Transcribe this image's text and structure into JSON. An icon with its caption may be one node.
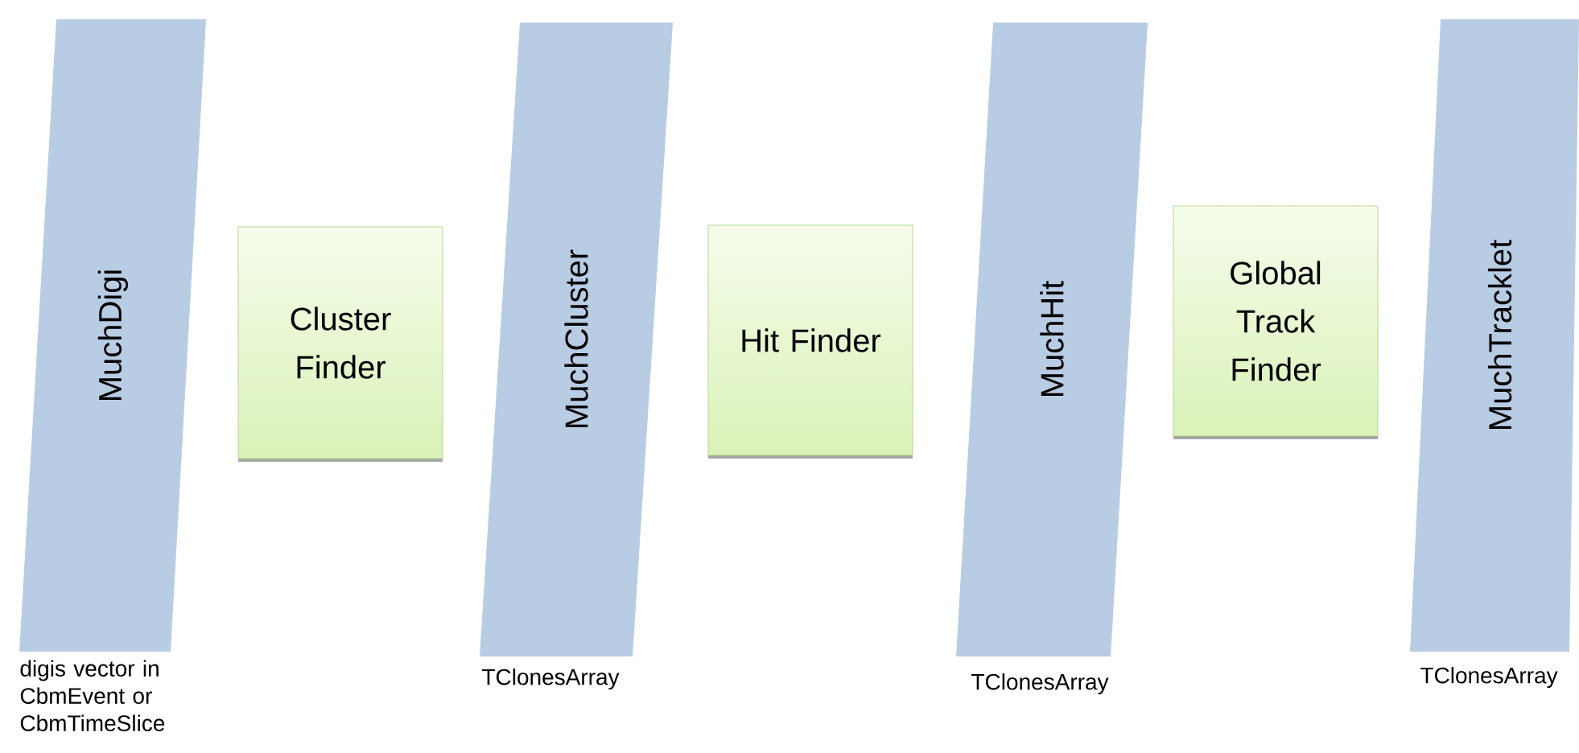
{
  "diagram": {
    "nodes": [
      {
        "text": [
          "MuchDigi"
        ],
        "beside": [
          "digis vector in CbmEvent or CbmTimeSlice"
        ]
      },
      {
        "text": [
          "Cluster Finder"
        ]
      },
      {
        "text": [
          "MuchCluster"
        ],
        "beside": [
          "TClonesArray"
        ]
      },
      {
        "text": [
          "Hit Finder"
        ]
      },
      {
        "text": [
          "MuchHit"
        ],
        "beside": [
          "TClonesArray"
        ]
      },
      {
        "text": [
          "Global Track Finder"
        ]
      },
      {
        "text": [
          "MuchTracklet"
        ],
        "beside": [
          "TClonesArray"
        ]
      }
    ]
  }
}
